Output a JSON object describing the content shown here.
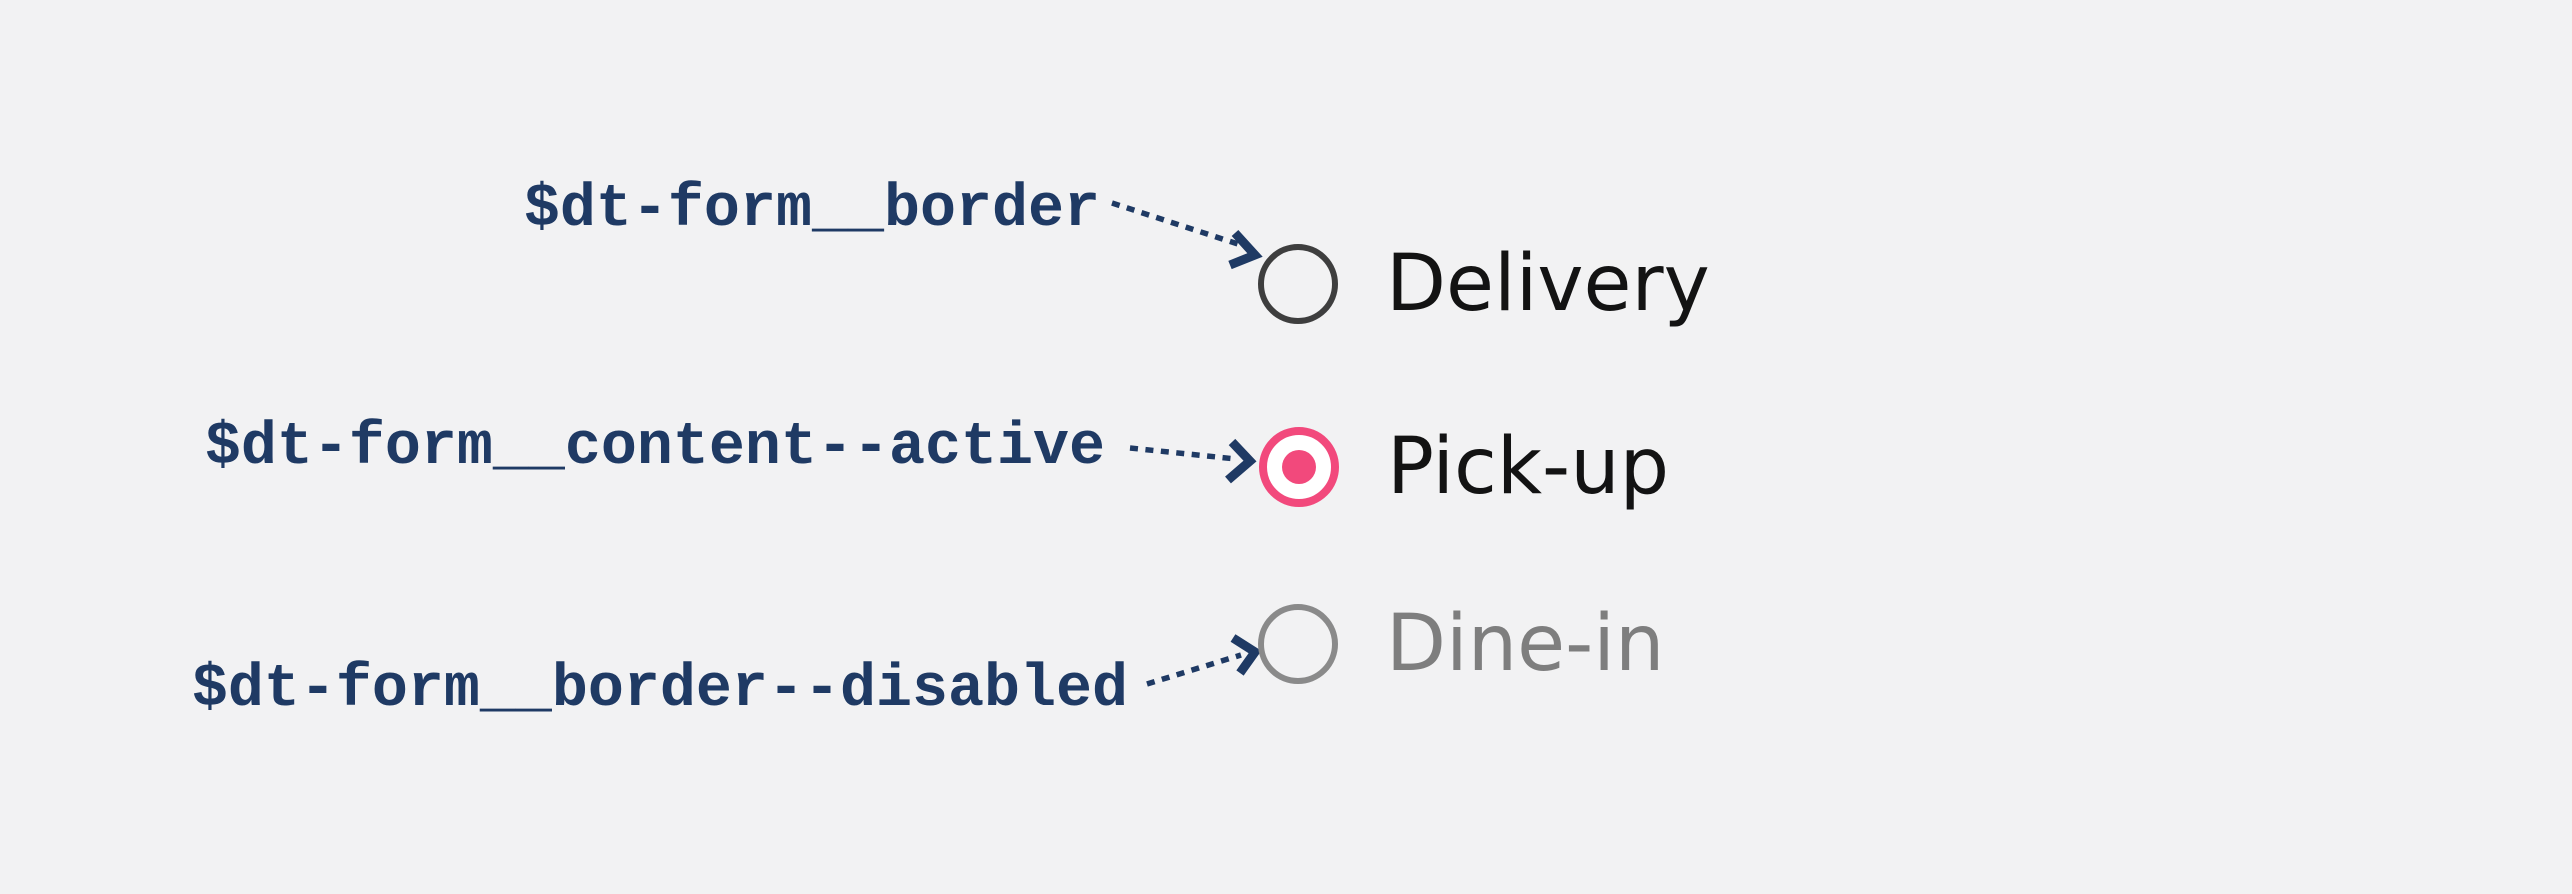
{
  "page": {
    "background": "#f2f2f3",
    "kind": "design-token spec for radio button states"
  },
  "colors": {
    "annotation_navy": "#1f3a64",
    "radio_border_default": "#3e3e3e",
    "radio_active_pink": "#f2497c",
    "radio_border_disabled": "#8a8a8a",
    "label_default": "#131313",
    "label_disabled": "#7e7e7e",
    "radio_active_inner_bg": "#ffffff"
  },
  "radio_group": {
    "options": [
      {
        "label": "Delivery",
        "state": "default",
        "selected": false,
        "disabled": false,
        "token": "$dt-form__border"
      },
      {
        "label": "Pick-up",
        "state": "active",
        "selected": true,
        "disabled": false,
        "token": "$dt-form__content--active"
      },
      {
        "label": "Dine-in",
        "state": "disabled",
        "selected": false,
        "disabled": true,
        "token": "$dt-form__border--disabled"
      }
    ]
  }
}
